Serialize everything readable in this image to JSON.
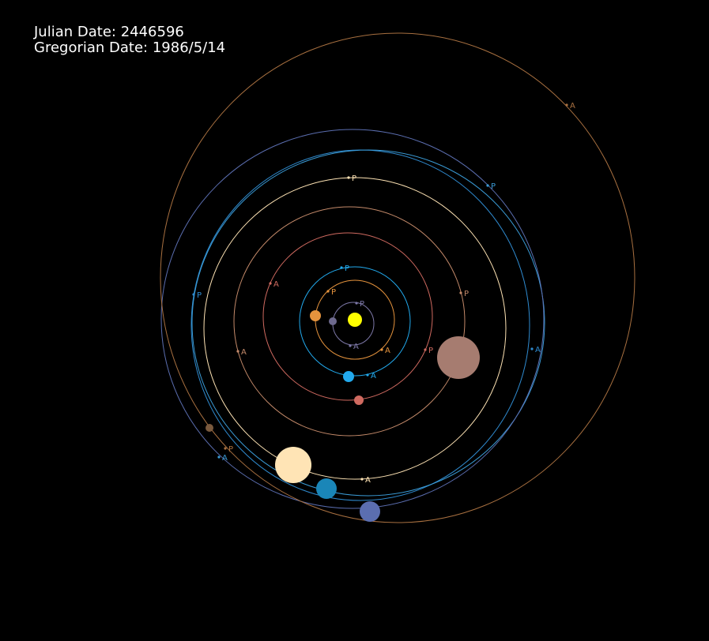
{
  "dates": {
    "julian": "Julian Date: 2446596",
    "gregorian": "Gregorian Date: 1986/5/14"
  },
  "sun": {
    "color": "#ffff00"
  },
  "marker_labels": {
    "perihelion": "P",
    "aphelion": "A"
  },
  "bodies": [
    {
      "id": "mercury",
      "color": "#6e6a8e"
    },
    {
      "id": "venus",
      "color": "#e5933d"
    },
    {
      "id": "earth",
      "color": "#22aaee"
    },
    {
      "id": "mars",
      "color": "#d06a60"
    },
    {
      "id": "ceres",
      "color": "#c48a6a"
    },
    {
      "id": "jupiter",
      "color": "#a67c70"
    },
    {
      "id": "saturn",
      "color": "#ffe4b5"
    },
    {
      "id": "uranus",
      "color": "#1a86b8"
    },
    {
      "id": "neptune",
      "color": "#5b6eb0"
    },
    {
      "id": "pluto",
      "color": "#7a5a3e"
    }
  ]
}
